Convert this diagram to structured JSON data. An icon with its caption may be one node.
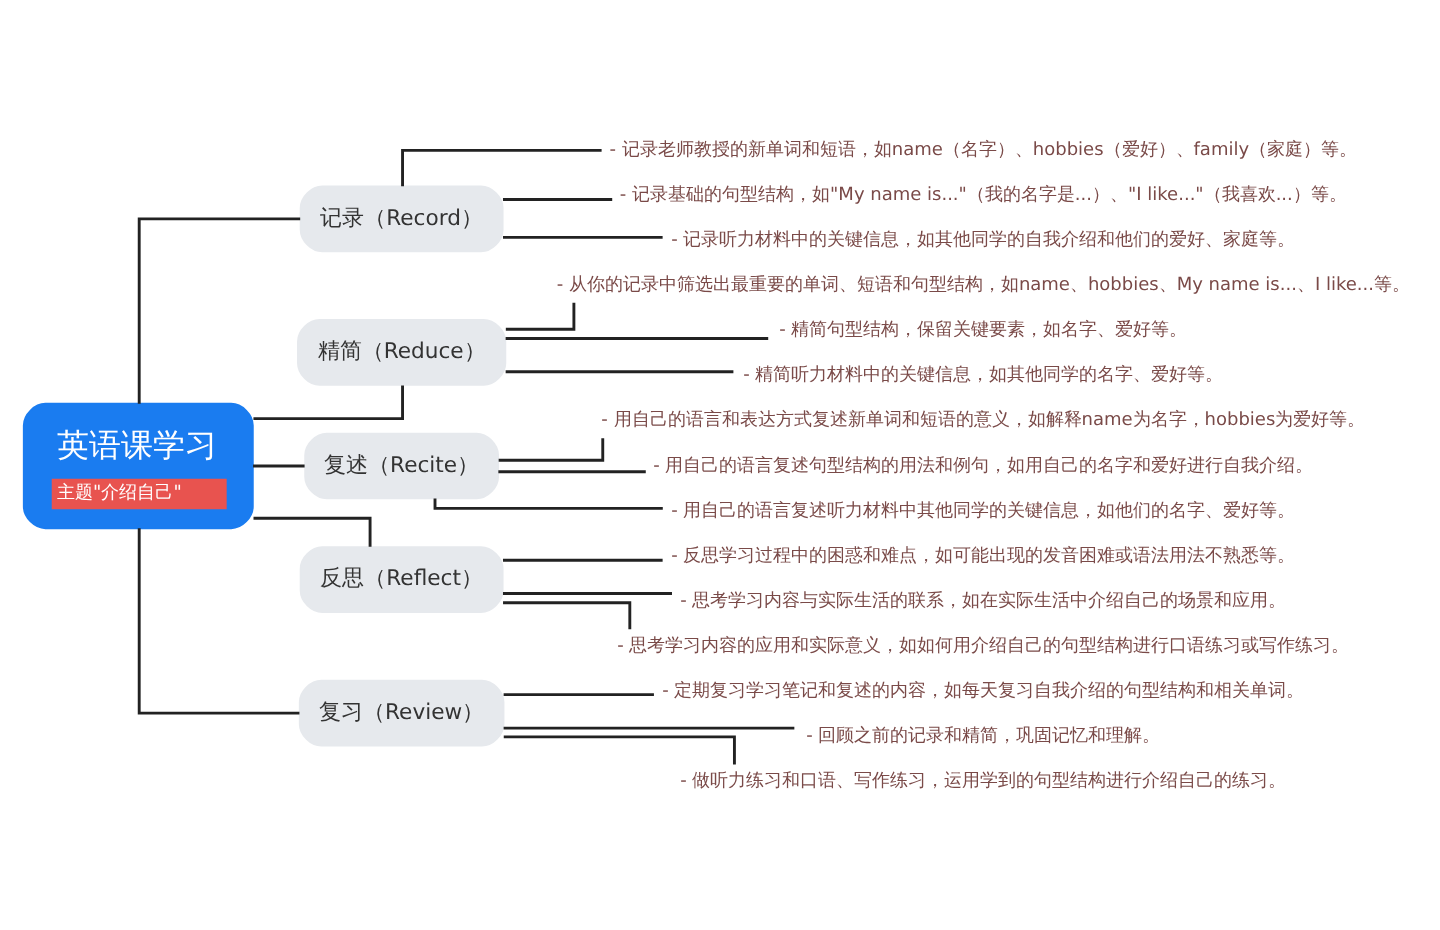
{
  "diagram": {
    "nodes": [
      {
        "text": [
          "英语课学习",
          "主题\"介绍自己\""
        ]
      },
      {
        "text": [
          "记录（Record）"
        ]
      },
      {
        "text": [
          "- 记录老师教授的新单词和短语，如name（名字）、hobbies（爱好）、family（家庭）等。"
        ]
      },
      {
        "text": [
          "- 记录基础的句型结构，如\"My name is...\"（我的名字是...）、\"I like...\"（我喜欢...）等。"
        ]
      },
      {
        "text": [
          "- 记录听力材料中的关键信息，如其他同学的自我介绍和他们的爱好、家庭等。"
        ]
      },
      {
        "text": [
          "精简（Reduce）"
        ]
      },
      {
        "text": [
          "- 从你的记录中筛选出最重要的单词、短语和句型结构，如name、hobbies、My name is...、I like...等。"
        ]
      },
      {
        "text": [
          "- 精简句型结构，保留关键要素，如名字、爱好等。"
        ]
      },
      {
        "text": [
          "- 精简听力材料中的关键信息，如其他同学的名字、爱好等。"
        ]
      },
      {
        "text": [
          "复述（Recite）"
        ]
      },
      {
        "text": [
          "- 用自己的语言和表达方式复述新单词和短语的意义，如解释name为名字，hobbies为爱好等。"
        ]
      },
      {
        "text": [
          "- 用自己的语言复述句型结构的用法和例句，如用自己的名字和爱好进行自我介绍。"
        ]
      },
      {
        "text": [
          "- 用自己的语言复述听力材料中其他同学的关键信息，如他们的名字、爱好等。"
        ]
      },
      {
        "text": [
          "反思（Reflect）"
        ]
      },
      {
        "text": [
          "- 反思学习过程中的困惑和难点，如可能出现的发音困难或语法用法不熟悉等。"
        ]
      },
      {
        "text": [
          "- 思考学习内容与实际生活的联系，如在实际生活中介绍自己的场景和应用。"
        ]
      },
      {
        "text": [
          "- 思考学习内容的应用和实际意义，如如何用介绍自己的句型结构进行口语练习或写作练习。"
        ]
      },
      {
        "text": [
          "复习（Review）"
        ]
      },
      {
        "text": [
          "- 定期复习学习笔记和复述的内容，如每天复习自我介绍的句型结构和相关单词。"
        ]
      },
      {
        "text": [
          "- 回顾之前的记录和精简，巩固记忆和理解。"
        ]
      },
      {
        "text": [
          "- 做听力练习和口语、写作练习，运用学到的句型结构进行介绍自己的练习。"
        ]
      }
    ],
    "edges": [
      {
        "from": 0,
        "to": 1,
        "arrow": "none"
      },
      {
        "from": 0,
        "to": 5,
        "arrow": "none"
      },
      {
        "from": 0,
        "to": 9,
        "arrow": "none"
      },
      {
        "from": 0,
        "to": 13,
        "arrow": "none"
      },
      {
        "from": 0,
        "to": 17,
        "arrow": "none"
      },
      {
        "from": 1,
        "to": 2,
        "arrow": "none"
      },
      {
        "from": 1,
        "to": 3,
        "arrow": "none"
      },
      {
        "from": 1,
        "to": 4,
        "arrow": "none"
      },
      {
        "from": 5,
        "to": 6,
        "arrow": "none"
      },
      {
        "from": 5,
        "to": 7,
        "arrow": "none"
      },
      {
        "from": 5,
        "to": 8,
        "arrow": "none"
      },
      {
        "from": 9,
        "to": 10,
        "arrow": "none"
      },
      {
        "from": 9,
        "to": 11,
        "arrow": "none"
      },
      {
        "from": 9,
        "to": 12,
        "arrow": "none"
      },
      {
        "from": 13,
        "to": 14,
        "arrow": "none"
      },
      {
        "from": 13,
        "to": 15,
        "arrow": "none"
      },
      {
        "from": 13,
        "to": 16,
        "arrow": "none"
      },
      {
        "from": 17,
        "to": 18,
        "arrow": "none"
      },
      {
        "from": 17,
        "to": 19,
        "arrow": "none"
      },
      {
        "from": 17,
        "to": 20,
        "arrow": "none"
      }
    ]
  }
}
